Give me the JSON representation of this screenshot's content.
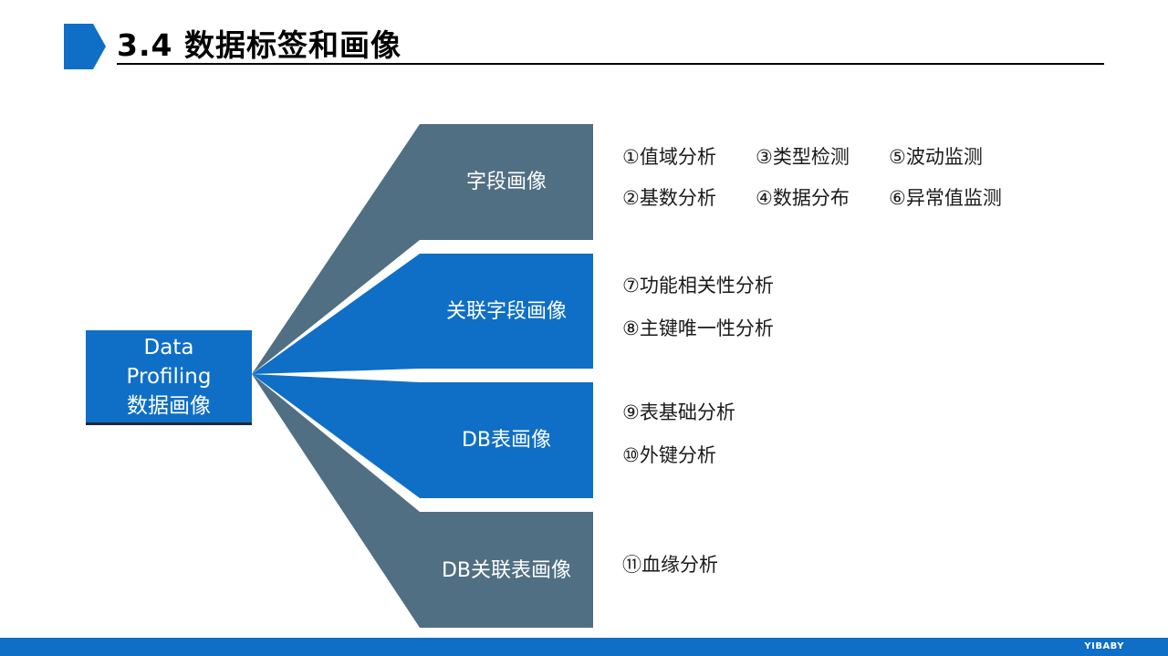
{
  "title": "3.4 数据标签和画像",
  "colors": {
    "accent": "#0f6fc6",
    "slate": "#516f83",
    "dark": "#1c2b3a"
  },
  "root": {
    "lines": [
      "Data",
      "Profiling",
      "数据画像"
    ]
  },
  "segments": [
    {
      "label": "字段画像",
      "style": "slate"
    },
    {
      "label": "关联字段画像",
      "style": "accent"
    },
    {
      "label": "DB表画像",
      "style": "accent"
    },
    {
      "label": "DB关联表画像",
      "style": "slate"
    }
  ],
  "items": [
    [
      "①值域分析",
      "③类型检测",
      "⑤波动监测"
    ],
    [
      "②基数分析",
      "④数据分布",
      "⑥异常值监测"
    ],
    [
      "⑦功能相关性分析"
    ],
    [
      "⑧主键唯一性分析"
    ],
    [
      "⑨表基础分析"
    ],
    [
      "⑩外键分析"
    ],
    [
      "⑪血缘分析"
    ]
  ],
  "footer": {
    "brand": "YIBABY"
  }
}
